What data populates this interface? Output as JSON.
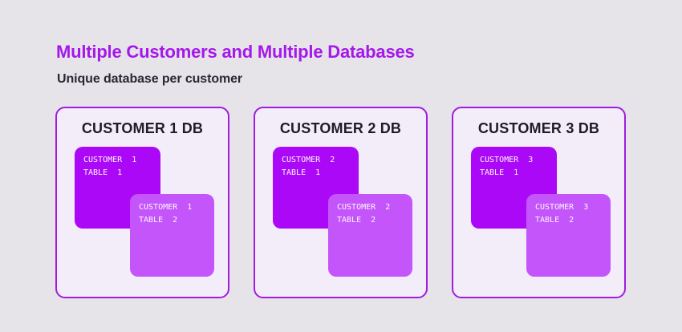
{
  "page": {
    "title": "Multiple Customers and Multiple Databases",
    "subtitle": "Unique database per customer"
  },
  "colors": {
    "page_bg": "#E6E4E9",
    "title_color": "#A518EA",
    "subtitle_color": "#2B2733",
    "card_bg": "#F2EDF9",
    "card_border": "#A21BE0",
    "card_title": "#1F1B29",
    "table1_bg": "#AB08F8",
    "table2_bg": "#C355FA",
    "table_text": "#FDF7FF"
  },
  "cards": [
    {
      "title": "CUSTOMER 1 DB",
      "tables": [
        {
          "lines": [
            "CUSTOMER  1",
            "TABLE  1"
          ]
        },
        {
          "lines": [
            "CUSTOMER  1",
            "TABLE  2"
          ]
        }
      ]
    },
    {
      "title": "CUSTOMER 2 DB",
      "tables": [
        {
          "lines": [
            "CUSTOMER  2",
            "TABLE  1"
          ]
        },
        {
          "lines": [
            "CUSTOMER  2",
            "TABLE  2"
          ]
        }
      ]
    },
    {
      "title": "CUSTOMER 3 DB",
      "tables": [
        {
          "lines": [
            "CUSTOMER  3",
            "TABLE  1"
          ]
        },
        {
          "lines": [
            "CUSTOMER  3",
            "TABLE  2"
          ]
        }
      ]
    }
  ]
}
